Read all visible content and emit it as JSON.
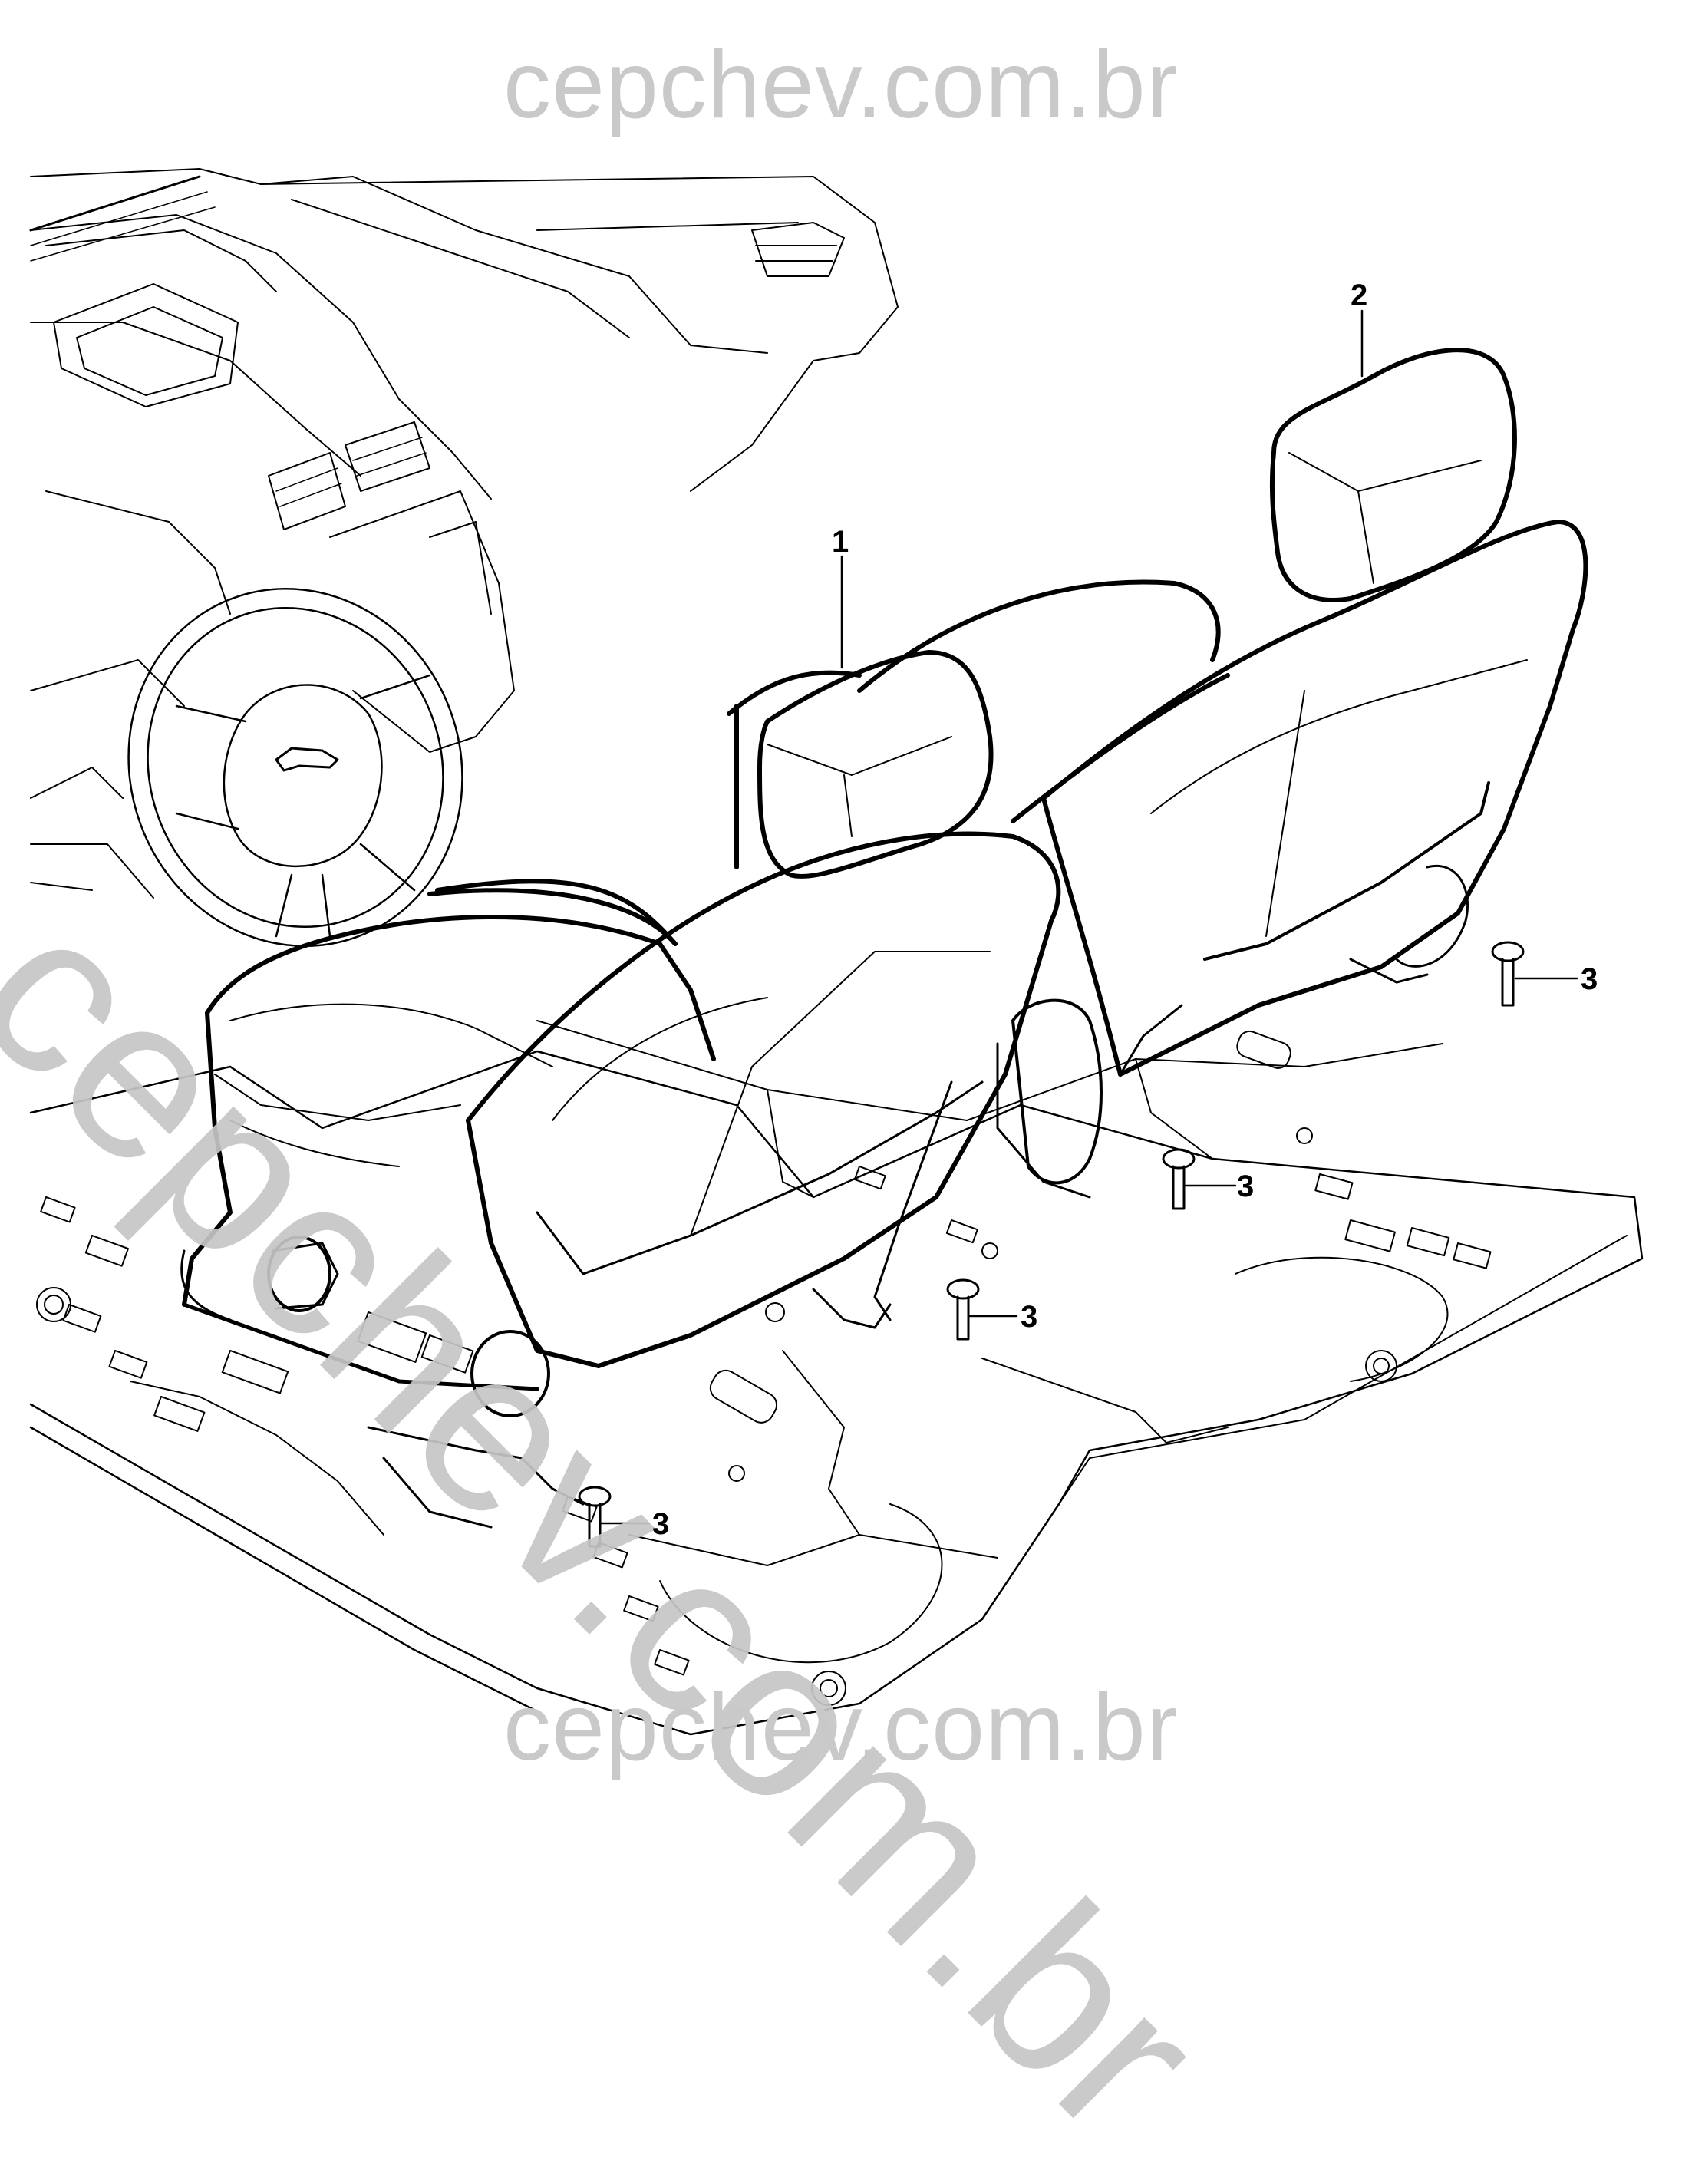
{
  "watermark": {
    "top": "cepchev.com.br",
    "diagonal": "cepchev.com.br",
    "bottom": "cepchev.com.br"
  },
  "callouts": {
    "seat_1": "1",
    "seat_2": "2",
    "bolt_a": "3",
    "bolt_b": "3",
    "bolt_c": "3",
    "bolt_d": "3"
  },
  "diagram": {
    "emblem_icon": "chevrolet-bowtie-icon",
    "bolt_icon": "bolt-icon"
  },
  "colors": {
    "line": "#000000",
    "watermark": "#c6c6c6",
    "background": "#ffffff"
  }
}
